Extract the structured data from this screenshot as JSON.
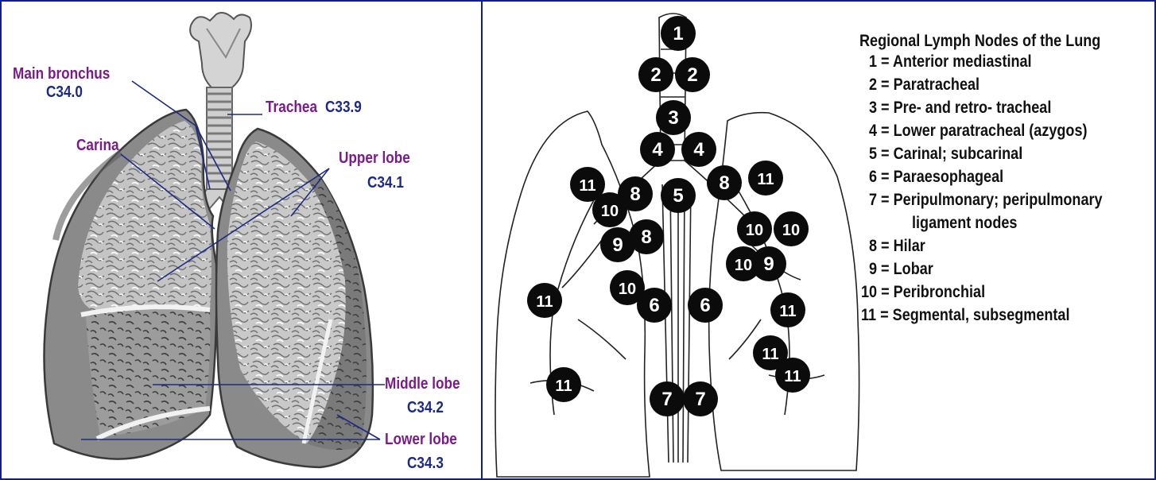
{
  "colors": {
    "border": "#0f1f8a",
    "purple_label": "#7b1b8a",
    "code_label": "#1c2a86",
    "node_fill": "#0b0b0b"
  },
  "left": {
    "labels": [
      {
        "id": "main-bronchus",
        "name": "Main bronchus",
        "code": "C34.0"
      },
      {
        "id": "trachea",
        "name": "Trachea",
        "code": "C33.9"
      },
      {
        "id": "carina",
        "name": "Carina",
        "code": ""
      },
      {
        "id": "upper-lobe",
        "name": "Upper lobe",
        "code": "C34.1"
      },
      {
        "id": "middle-lobe",
        "name": "Middle lobe",
        "code": "C34.2"
      },
      {
        "id": "lower-lobe",
        "name": "Lower lobe",
        "code": "C34.3"
      }
    ]
  },
  "right": {
    "legend_title": "Regional Lymph Nodes of the Lung",
    "legend": [
      "1 = Anterior mediastinal",
      "2 = Paratracheal",
      "3 = Pre- and retro- tracheal",
      "4 = Lower paratracheal (azygos)",
      "5 = Carinal; subcarinal",
      "6 = Paraesophageal",
      "7 = Peripulmonary; peripulmonary",
      "ligament nodes",
      "8 = Hilar",
      "9 = Lobar",
      "10 = Peribronchial",
      "11 = Segmental, subsegmental"
    ],
    "nodes": [
      "1",
      "2",
      "2",
      "3",
      "4",
      "4",
      "5",
      "8",
      "8",
      "11",
      "11",
      "10",
      "10",
      "10",
      "9",
      "8",
      "9",
      "10",
      "10",
      "11",
      "11",
      "6",
      "6",
      "11",
      "11",
      "11",
      "7",
      "7"
    ]
  }
}
